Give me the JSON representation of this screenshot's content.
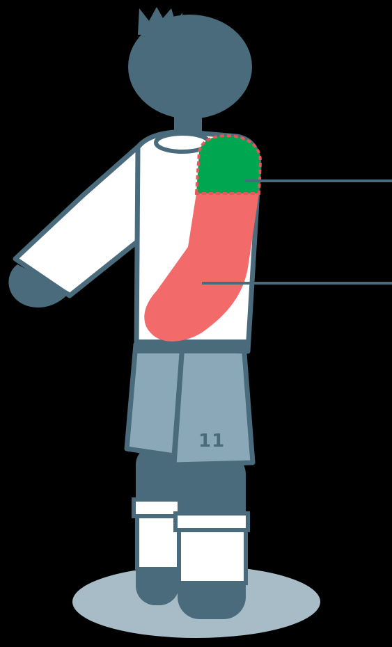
{
  "figure": {
    "shirt_number": "11",
    "colors": {
      "background": "#000000",
      "outline": "#4a6b7c",
      "skin_hair": "#4a6b7c",
      "shirt": "#ffffff",
      "shorts": "#8aa8b8",
      "shadow": "#a7bcc7",
      "socks_band": "#ffffff",
      "upper_region": "#00a650",
      "lower_region": "#f26a6a",
      "dashed_border": "#e05a5a",
      "pointer_line": "#4a6b7c"
    }
  },
  "regions": [
    {
      "id": "upper-back-region",
      "color": "#00a650"
    },
    {
      "id": "lower-back-region",
      "color": "#f26a6a"
    }
  ]
}
